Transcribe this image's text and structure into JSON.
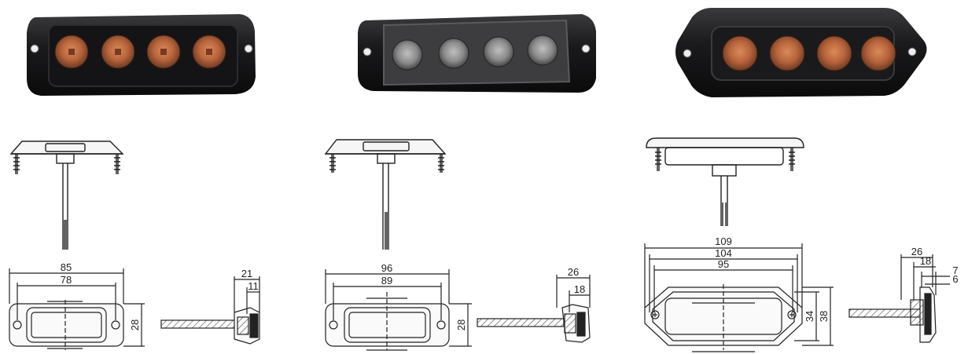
{
  "products": [
    {
      "id": "light-1",
      "lens_color": "#c8734a",
      "dims": {
        "overall_width": "85",
        "hole_spacing": "78",
        "height": "28",
        "depth": "21",
        "base_depth": "11"
      }
    },
    {
      "id": "light-2",
      "lens_color": "#9a9a9a",
      "dims": {
        "overall_width": "96",
        "hole_spacing": "89",
        "height": "28",
        "depth": "26",
        "base_depth": "18"
      }
    },
    {
      "id": "light-3",
      "lens_color": "#c8734a",
      "dims": {
        "overall_width": "109",
        "hole_spacing": "104",
        "inner_width": "95",
        "outer_height": "38",
        "inner_height": "34",
        "depth": "26",
        "base_depth": "18",
        "lens_depth": "7",
        "flange": "6"
      }
    }
  ],
  "colors": {
    "housing": "#1c1c1e",
    "line": "#222222",
    "hatch": "#555555"
  }
}
